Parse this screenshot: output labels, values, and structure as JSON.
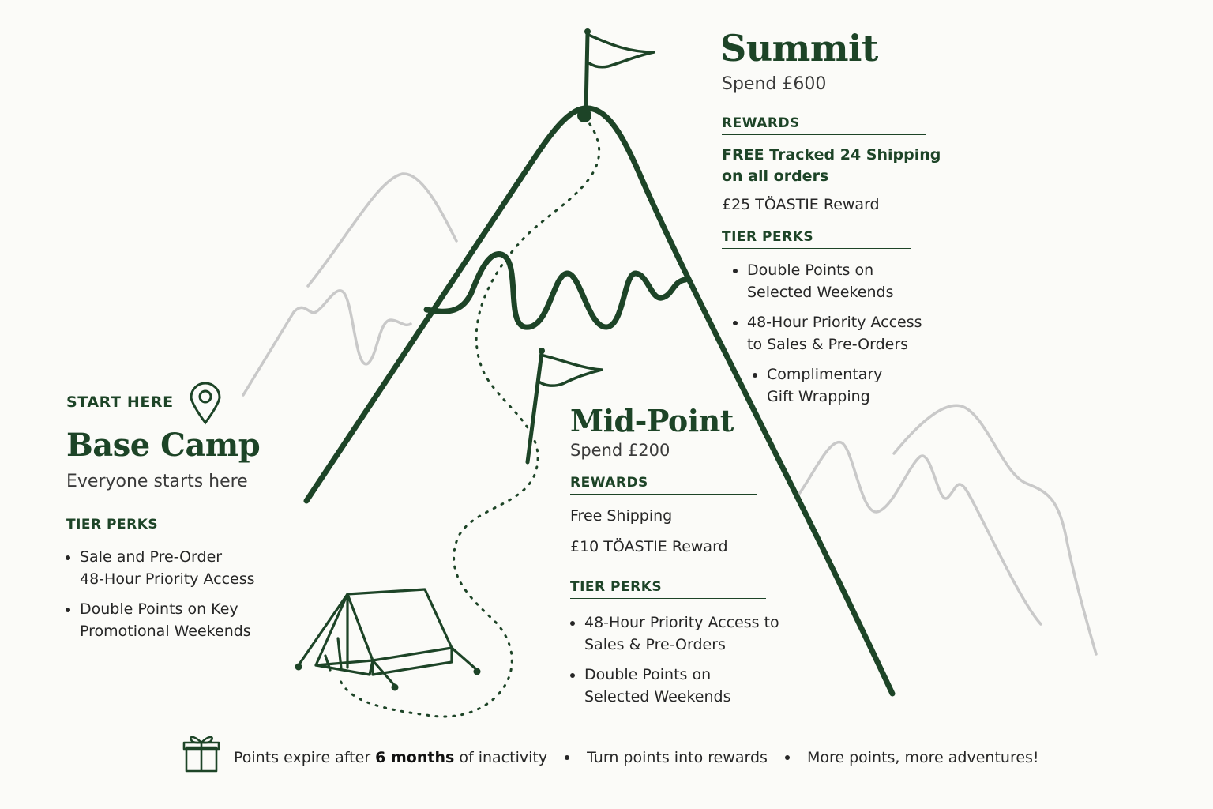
{
  "summit": {
    "title": "Summit",
    "spend": "Spend £600",
    "rewards_heading": "REWARDS",
    "rewards_highlight_1": "FREE Tracked 24 Shipping",
    "rewards_highlight_2": "on all orders",
    "reward_2": "£25 TÖASTIE Reward",
    "perks_heading": "TIER PERKS",
    "perks": [
      [
        "Double Points on",
        "Selected Weekends"
      ],
      [
        "48-Hour Priority Access",
        "to Sales & Pre-Orders"
      ],
      [
        "Complimentary",
        "Gift Wrapping"
      ]
    ]
  },
  "midpoint": {
    "title": "Mid-Point",
    "spend": "Spend £200",
    "rewards_heading": "REWARDS",
    "reward_1": "Free Shipping",
    "reward_2": "£10 TÖASTIE Reward",
    "perks_heading": "TIER PERKS",
    "perks": [
      [
        "48-Hour Priority Access to",
        "Sales & Pre-Orders"
      ],
      [
        "Double Points on",
        "Selected Weekends"
      ]
    ]
  },
  "basecamp": {
    "kicker": "START HERE",
    "title": "Base Camp",
    "subtitle": "Everyone starts here",
    "perks_heading": "TIER PERKS",
    "perks": [
      [
        "Sale and Pre-Order",
        "48-Hour Priority Access"
      ],
      [
        "Double Points on Key",
        "Promotional Weekends"
      ]
    ]
  },
  "footer": {
    "expire_prefix": "Points expire after",
    "expire_bold": "6 months",
    "expire_suffix": "of inactivity",
    "item_2": "Turn points into rewards",
    "item_3": "More points, more adventures!"
  },
  "colors": {
    "primary_green": "#1d4427",
    "grey_mountains": "#c8c8c8",
    "background": "#fbfbf8"
  },
  "icons": [
    "flag-icon",
    "location-pin-icon",
    "tent-icon",
    "gift-icon"
  ]
}
